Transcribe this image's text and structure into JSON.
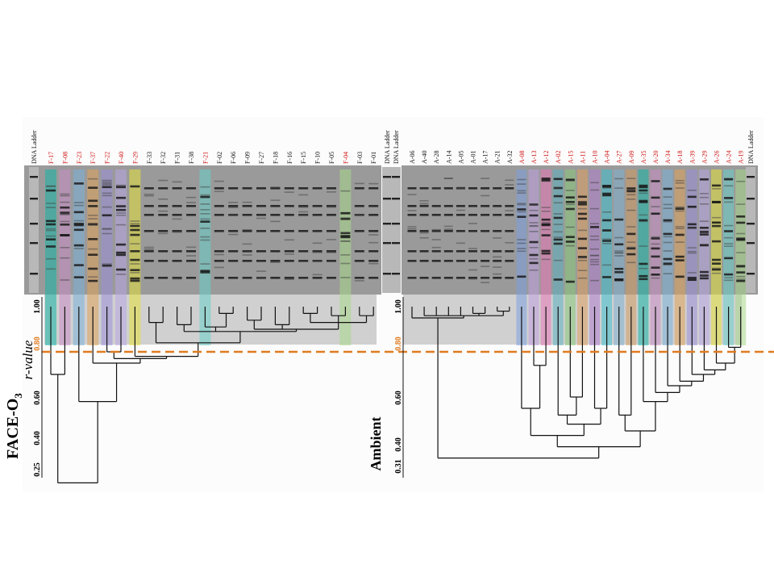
{
  "figure": {
    "ladder_label": "DNA Ladder",
    "face": {
      "title": "FACE-O",
      "title_sub": "3",
      "lanes": [
        {
          "name": "F-17",
          "red": true
        },
        {
          "name": "F-08",
          "red": true
        },
        {
          "name": "F-23",
          "red": true
        },
        {
          "name": "F-37",
          "red": true
        },
        {
          "name": "F-22",
          "red": true
        },
        {
          "name": "F-40",
          "red": true
        },
        {
          "name": "F-29",
          "red": true
        },
        {
          "name": "F-33",
          "red": false
        },
        {
          "name": "F-32",
          "red": false
        },
        {
          "name": "F-31",
          "red": false
        },
        {
          "name": "F-38",
          "red": false
        },
        {
          "name": "F-21",
          "red": true
        },
        {
          "name": "F-02",
          "red": false
        },
        {
          "name": "F-06",
          "red": false
        },
        {
          "name": "F-09",
          "red": false
        },
        {
          "name": "F-27",
          "red": false
        },
        {
          "name": "F-18",
          "red": false
        },
        {
          "name": "F-16",
          "red": false
        },
        {
          "name": "F-15",
          "red": false
        },
        {
          "name": "F-10",
          "red": false
        },
        {
          "name": "F-05",
          "red": false
        },
        {
          "name": "F-04",
          "red": true
        },
        {
          "name": "F-03",
          "red": false
        },
        {
          "name": "F-01",
          "red": false
        }
      ],
      "ticks": [
        "1.00",
        "0.80",
        "0.60",
        "0.40",
        "0.25"
      ]
    },
    "ambient": {
      "title": "Ambient",
      "lanes": [
        {
          "name": "A-06",
          "red": false
        },
        {
          "name": "A-40",
          "red": false
        },
        {
          "name": "A-28",
          "red": false
        },
        {
          "name": "A-14",
          "red": false
        },
        {
          "name": "A-05",
          "red": false
        },
        {
          "name": "A-01",
          "red": false
        },
        {
          "name": "A-17",
          "red": false
        },
        {
          "name": "A-21",
          "red": false
        },
        {
          "name": "A-32",
          "red": false
        },
        {
          "name": "A-08",
          "red": true
        },
        {
          "name": "A-13",
          "red": true
        },
        {
          "name": "A-12",
          "red": true
        },
        {
          "name": "A-02",
          "red": true
        },
        {
          "name": "A-15",
          "red": true
        },
        {
          "name": "A-11",
          "red": true
        },
        {
          "name": "A-10",
          "red": true
        },
        {
          "name": "A-04",
          "red": true
        },
        {
          "name": "A-27",
          "red": true
        },
        {
          "name": "A-09",
          "red": true
        },
        {
          "name": "A-35",
          "red": true
        },
        {
          "name": "A-20",
          "red": true
        },
        {
          "name": "A-34",
          "red": true
        },
        {
          "name": "A-18",
          "red": true
        },
        {
          "name": "A-39",
          "red": true
        },
        {
          "name": "A-29",
          "red": true
        },
        {
          "name": "A-26",
          "red": true
        },
        {
          "name": "A-24",
          "red": true
        },
        {
          "name": "A-19",
          "red": true
        }
      ],
      "ticks": [
        "1.00",
        "0.80",
        "0.60",
        "0.40",
        "0.31"
      ]
    },
    "r_value_label": "r-value",
    "threshold_value": 0.8,
    "colors": {
      "gel_bg": "#9a9a9a",
      "dendro_bg": "#d0d0d0",
      "threshold": "#e07b20",
      "red_label": "#d01010",
      "highlight_palette": [
        "#16b4a6",
        "#c98ec4",
        "#7ab0d8",
        "#e0a25a",
        "#9a90d8",
        "#b8a6e2",
        "#e6e23a",
        "#68d0c8",
        "#a8d888",
        "#7ea0e0",
        "#c0a0e0",
        "#e878b8",
        "#5cb0c0",
        "#88c878",
        "#e0a060",
        "#b080d0",
        "#40c0d0",
        "#80b0d0",
        "#d09a60"
      ]
    }
  }
}
